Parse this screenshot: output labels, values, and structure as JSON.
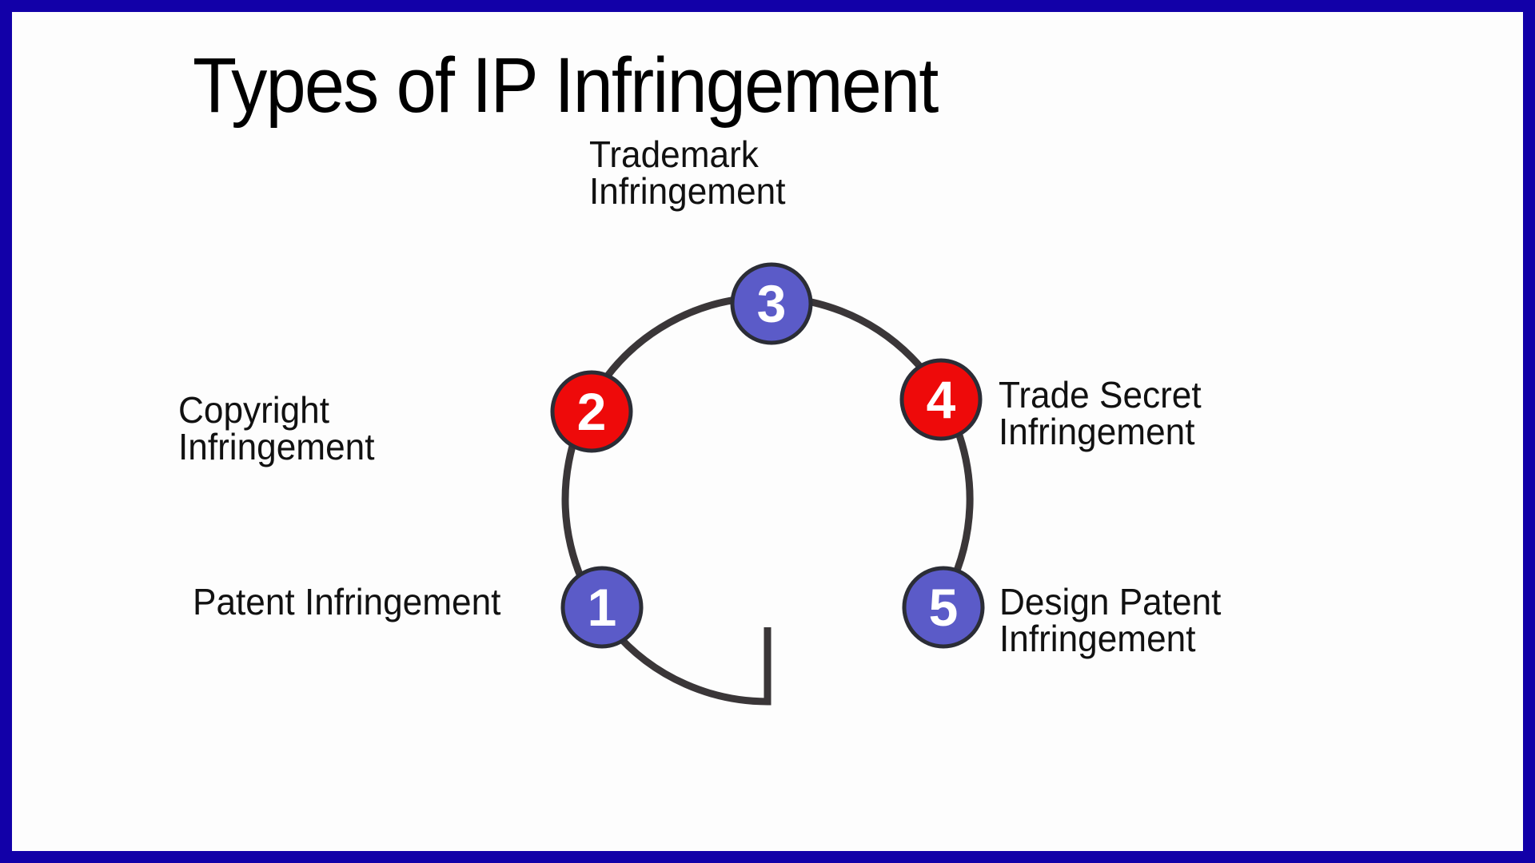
{
  "slide": {
    "title": "Types of IP Infringement",
    "colors": {
      "frame": "#1200a8",
      "background": "#fdfdfd",
      "blue_node": "#5b5bc8",
      "red_node": "#ee0a0a",
      "node_outline": "#2b2d36",
      "connector": "#3a3638"
    }
  },
  "nodes": [
    {
      "number": "1",
      "color": "blue",
      "label_lines": [
        "Patent Infringement"
      ]
    },
    {
      "number": "2",
      "color": "red",
      "label_lines": [
        "Copyright",
        "Infringement"
      ]
    },
    {
      "number": "3",
      "color": "blue",
      "label_lines": [
        "Trademark",
        "Infringement"
      ]
    },
    {
      "number": "4",
      "color": "red",
      "label_lines": [
        "Trade Secret",
        "Infringement"
      ]
    },
    {
      "number": "5",
      "color": "blue",
      "label_lines": [
        "Design Patent",
        "Infringement"
      ]
    }
  ]
}
